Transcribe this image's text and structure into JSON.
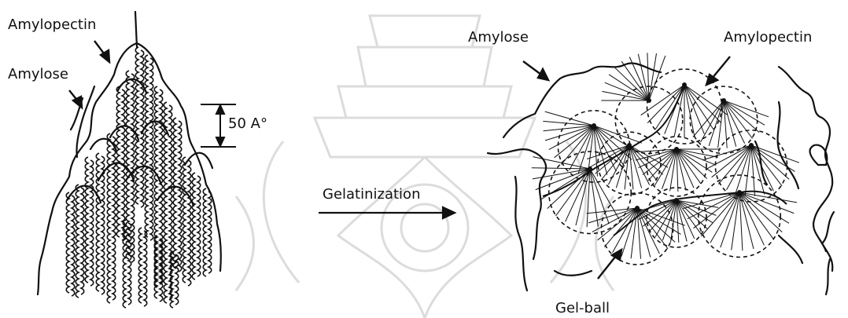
{
  "labels": {
    "left_amylopectin": "Amylopectin",
    "left_amylose": "Amylose",
    "spacing": "50  A°",
    "process": "Gelatinization",
    "right_amylose": "Amylose",
    "right_amylopectin": "Amylopectin",
    "gel_ball": "Gel-ball"
  },
  "colors": {
    "ink": "#111111",
    "watermark": "#d9d9d9"
  }
}
